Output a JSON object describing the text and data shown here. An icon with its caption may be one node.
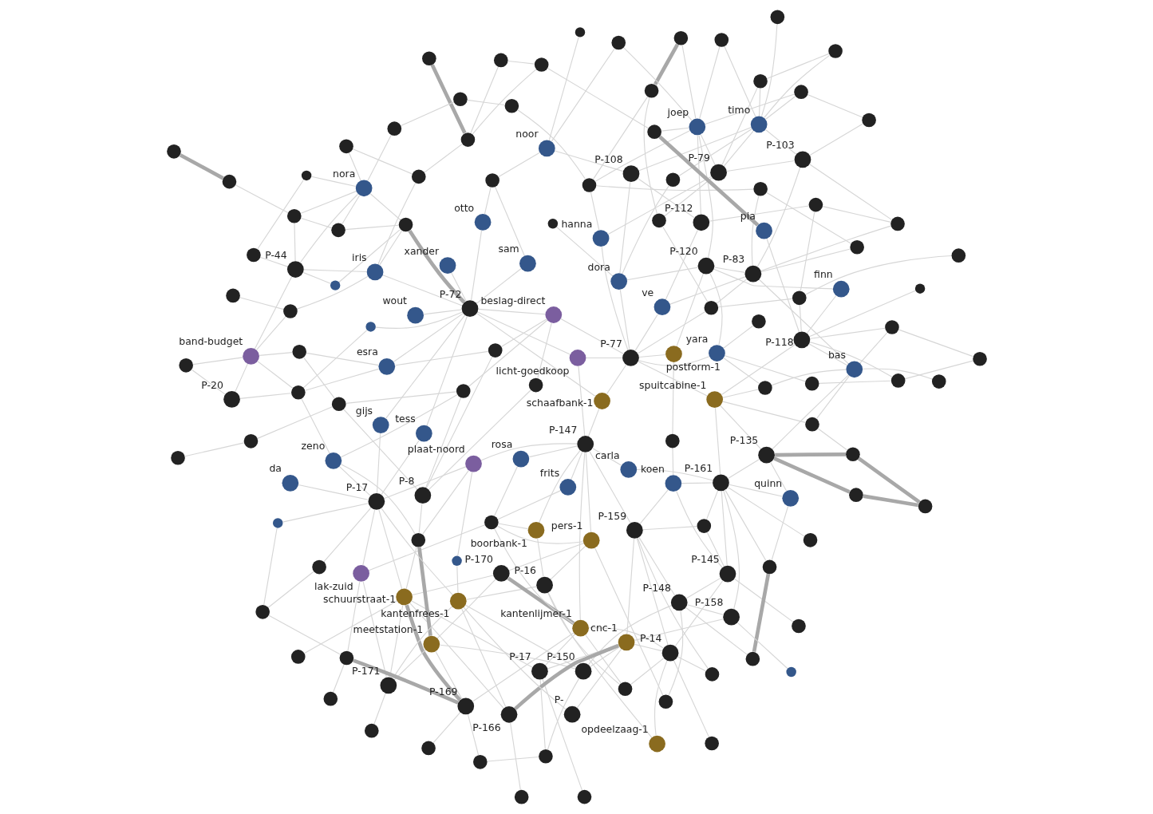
{
  "diagram": {
    "nodes": [
      {
        "text": [],
        "shape": "circle"
      },
      {
        "text": [],
        "shape": "circle"
      },
      {
        "text": [],
        "shape": "circle"
      },
      {
        "text": [],
        "shape": "circle"
      },
      {
        "text": [],
        "shape": "circle"
      },
      {
        "text": [],
        "shape": "circle"
      },
      {
        "text": [],
        "shape": "circle"
      },
      {
        "text": [],
        "shape": "circle"
      },
      {
        "text": [],
        "shape": "circle"
      },
      {
        "text": [],
        "shape": "circle"
      },
      {
        "text": [],
        "shape": "circle",
        "beside": [
          "P-135"
        ]
      },
      {
        "text": [],
        "shape": "circle"
      },
      {
        "text": [],
        "shape": "circle"
      },
      {
        "text": [],
        "shape": "circle"
      },
      {
        "text": [],
        "shape": "circle",
        "beside": [
          "P-145"
        ]
      },
      {
        "text": [],
        "shape": "circle"
      },
      {
        "text": [],
        "shape": "circle"
      },
      {
        "text": [],
        "shape": "circle"
      },
      {
        "text": [],
        "shape": "circle"
      },
      {
        "text": [],
        "shape": "circle"
      },
      {
        "text": [],
        "shape": "circle",
        "beside": [
          "P-83"
        ]
      },
      {
        "text": [],
        "shape": "circle"
      },
      {
        "text": [],
        "shape": "circle"
      },
      {
        "text": [],
        "shape": "circle",
        "beside": [
          "P-103"
        ]
      },
      {
        "text": [],
        "shape": "circle"
      },
      {
        "text": [],
        "shape": "circle",
        "beside": [
          "P-118"
        ]
      },
      {
        "text": [],
        "shape": "circle"
      },
      {
        "text": [],
        "shape": "circle"
      },
      {
        "text": [],
        "shape": "circle"
      },
      {
        "text": [],
        "shape": "circle"
      },
      {
        "text": [],
        "shape": "circle"
      },
      {
        "text": [],
        "shape": "circle",
        "beside": [
          "P-112"
        ]
      },
      {
        "text": [],
        "shape": "circle"
      },
      {
        "text": [],
        "shape": "circle",
        "beside": [
          "P-161"
        ]
      },
      {
        "text": [],
        "shape": "circle"
      },
      {
        "text": [],
        "shape": "circle",
        "beside": [
          "P-148"
        ]
      },
      {
        "text": [],
        "shape": "circle"
      },
      {
        "text": [],
        "shape": "circle",
        "beside": [
          "spuitcabine-1"
        ]
      },
      {
        "text": [],
        "shape": "circle"
      },
      {
        "text": [],
        "shape": "circle"
      },
      {
        "text": [],
        "shape": "circle",
        "beside": [
          "P-159"
        ]
      },
      {
        "text": [],
        "shape": "circle",
        "beside": [
          "P-79"
        ]
      },
      {
        "text": [],
        "shape": "circle",
        "beside": [
          "P-120"
        ]
      },
      {
        "text": [],
        "shape": "circle"
      },
      {
        "text": [],
        "shape": "circle",
        "beside": [
          "quinn"
        ]
      },
      {
        "text": [],
        "shape": "circle",
        "beside": [
          "P-108"
        ]
      },
      {
        "text": [],
        "shape": "circle"
      },
      {
        "text": [],
        "shape": "circle",
        "beside": [
          "bas"
        ]
      },
      {
        "text": [],
        "shape": "circle"
      },
      {
        "text": [],
        "shape": "circle"
      },
      {
        "text": [],
        "shape": "circle"
      },
      {
        "text": [],
        "shape": "circle"
      },
      {
        "text": [],
        "shape": "circle"
      },
      {
        "text": [],
        "shape": "circle",
        "beside": [
          "P-77"
        ]
      },
      {
        "text": [],
        "shape": "circle"
      },
      {
        "text": [],
        "shape": "circle"
      },
      {
        "text": [],
        "shape": "circle"
      },
      {
        "text": [],
        "shape": "circle",
        "beside": [
          "yara"
        ]
      },
      {
        "text": [],
        "shape": "circle"
      },
      {
        "text": [],
        "shape": "circle",
        "beside": [
          "P-14"
        ]
      },
      {
        "text": [],
        "shape": "circle"
      },
      {
        "text": [],
        "shape": "circle",
        "beside": [
          "postform-1"
        ]
      },
      {
        "text": [],
        "shape": "circle",
        "beside": [
          "timo"
        ]
      },
      {
        "text": [],
        "shape": "circle"
      },
      {
        "text": [],
        "shape": "circle",
        "beside": [
          "dora"
        ]
      },
      {
        "text": [],
        "shape": "circle",
        "beside": [
          "finn"
        ]
      },
      {
        "text": [],
        "shape": "circle",
        "beside": [
          "P-158"
        ]
      },
      {
        "text": [],
        "shape": "circle",
        "beside": [
          "koen"
        ]
      },
      {
        "text": [],
        "shape": "circle"
      },
      {
        "text": [],
        "shape": "circle",
        "beside": [
          "ve"
        ]
      },
      {
        "text": [],
        "shape": "circle",
        "beside": [
          "pia"
        ]
      },
      {
        "text": [],
        "shape": "circle"
      },
      {
        "text": [],
        "shape": "circle",
        "beside": [
          "P-16"
        ]
      },
      {
        "text": [],
        "shape": "circle",
        "beside": [
          "P-17"
        ]
      },
      {
        "text": [],
        "shape": "circle",
        "beside": [
          "opdeelzaag-1"
        ]
      },
      {
        "text": [],
        "shape": "circle"
      },
      {
        "text": [],
        "shape": "circle"
      },
      {
        "text": [],
        "shape": "circle",
        "beside": [
          "P-150"
        ]
      },
      {
        "text": [],
        "shape": "circle",
        "beside": [
          "joep"
        ]
      },
      {
        "text": [],
        "shape": "circle",
        "beside": [
          "carla"
        ]
      },
      {
        "text": [],
        "shape": "circle",
        "beside": [
          "hanna"
        ]
      },
      {
        "text": [],
        "shape": "circle",
        "beside": [
          "schaafbank-1"
        ]
      },
      {
        "text": [],
        "shape": "circle",
        "beside": [
          "licht-goedkoop"
        ]
      },
      {
        "text": [],
        "shape": "circle",
        "beside": [
          "P-147"
        ]
      },
      {
        "text": [],
        "shape": "circle"
      },
      {
        "text": [],
        "shape": "circle"
      },
      {
        "text": [],
        "shape": "circle",
        "beside": [
          "P-166"
        ]
      },
      {
        "text": [],
        "shape": "circle"
      },
      {
        "text": [],
        "shape": "circle"
      },
      {
        "text": [],
        "shape": "circle",
        "beside": [
          "frits"
        ]
      },
      {
        "text": [],
        "shape": "circle",
        "beside": [
          "noor"
        ]
      },
      {
        "text": [],
        "shape": "circle",
        "beside": [
          "wout"
        ]
      },
      {
        "text": [],
        "shape": "circle",
        "beside": [
          "rosa"
        ]
      },
      {
        "text": [],
        "shape": "circle",
        "beside": [
          "P-170"
        ]
      },
      {
        "text": [],
        "shape": "circle"
      },
      {
        "text": [],
        "shape": "circle",
        "beside": [
          "gijs"
        ]
      },
      {
        "text": [],
        "shape": "circle"
      },
      {
        "text": [],
        "shape": "circle",
        "beside": [
          "sam"
        ]
      },
      {
        "text": [],
        "shape": "circle",
        "beside": [
          "P-72"
        ]
      },
      {
        "text": [],
        "shape": "circle",
        "beside": [
          "P-"
        ]
      },
      {
        "text": [],
        "shape": "circle",
        "beside": [
          "boorbank-1"
        ]
      },
      {
        "text": [],
        "shape": "circle"
      },
      {
        "text": [],
        "shape": "circle"
      },
      {
        "text": [],
        "shape": "circle",
        "beside": [
          "P-169"
        ]
      },
      {
        "text": [],
        "shape": "circle",
        "beside": [
          "xander"
        ]
      },
      {
        "text": [],
        "shape": "circle",
        "beside": [
          "otto"
        ]
      },
      {
        "text": [],
        "shape": "circle"
      },
      {
        "text": [],
        "shape": "circle",
        "beside": [
          "pers-1"
        ]
      },
      {
        "text": [],
        "shape": "circle"
      },
      {
        "text": [],
        "shape": "circle",
        "beside": [
          "tess"
        ]
      },
      {
        "text": [],
        "shape": "circle",
        "beside": [
          "nora"
        ]
      },
      {
        "text": [],
        "shape": "circle",
        "beside": [
          "cnc-1"
        ]
      },
      {
        "text": [],
        "shape": "circle"
      },
      {
        "text": [],
        "shape": "circle",
        "beside": [
          "iris"
        ]
      },
      {
        "text": [],
        "shape": "circle"
      },
      {
        "text": [],
        "shape": "circle",
        "beside": [
          "P-44"
        ]
      },
      {
        "text": [],
        "shape": "circle",
        "beside": [
          "esra"
        ]
      },
      {
        "text": [],
        "shape": "circle",
        "beside": [
          "beslag-direct"
        ]
      },
      {
        "text": [],
        "shape": "circle",
        "beside": [
          "da"
        ]
      },
      {
        "text": [],
        "shape": "circle",
        "beside": [
          "plaat-noord"
        ]
      },
      {
        "text": [],
        "shape": "circle",
        "beside": [
          "kantenlijmer-1"
        ]
      },
      {
        "text": [],
        "shape": "circle"
      },
      {
        "text": [],
        "shape": "circle",
        "beside": [
          "kantenfrees-1"
        ]
      },
      {
        "text": [],
        "shape": "circle"
      },
      {
        "text": [],
        "shape": "circle",
        "beside": [
          "zeno"
        ]
      },
      {
        "text": [],
        "shape": "circle"
      },
      {
        "text": [],
        "shape": "circle"
      },
      {
        "text": [],
        "shape": "circle",
        "beside": [
          "meetstation-1"
        ]
      },
      {
        "text": [],
        "shape": "circle"
      },
      {
        "text": [],
        "shape": "circle",
        "beside": [
          "band-budget"
        ]
      },
      {
        "text": [],
        "shape": "circle",
        "beside": [
          "schuurstraat-1"
        ]
      },
      {
        "text": [],
        "shape": "circle"
      },
      {
        "text": [],
        "shape": "circle"
      },
      {
        "text": [],
        "shape": "circle"
      },
      {
        "text": [],
        "shape": "circle",
        "beside": [
          "P-17"
        ]
      },
      {
        "text": [],
        "shape": "circle"
      },
      {
        "text": [],
        "shape": "circle",
        "beside": [
          "lak-zuid"
        ]
      },
      {
        "text": [],
        "shape": "circle"
      },
      {
        "text": [],
        "shape": "circle"
      },
      {
        "text": [],
        "shape": "circle",
        "beside": [
          "P-171"
        ]
      },
      {
        "text": [],
        "shape": "circle"
      },
      {
        "text": [],
        "shape": "circle"
      },
      {
        "text": [],
        "shape": "circle"
      },
      {
        "text": [],
        "shape": "circle"
      },
      {
        "text": [],
        "shape": "circle"
      },
      {
        "text": [],
        "shape": "circle"
      },
      {
        "text": [],
        "shape": "circle"
      },
      {
        "text": [],
        "shape": "circle"
      },
      {
        "text": [],
        "shape": "circle"
      },
      {
        "text": [],
        "shape": "circle"
      },
      {
        "text": [],
        "shape": "circle"
      },
      {
        "text": [],
        "shape": "circle"
      },
      {
        "text": [],
        "shape": "circle"
      },
      {
        "text": [],
        "shape": "circle"
      },
      {
        "text": [],
        "shape": "circle"
      },
      {
        "text": [],
        "shape": "circle"
      },
      {
        "text": [],
        "shape": "circle",
        "beside": [
          "P-20"
        ]
      },
      {
        "text": [],
        "shape": "circle"
      },
      {
        "text": [],
        "shape": "circle"
      },
      {
        "text": [],
        "shape": "circle",
        "beside": [
          "P-8"
        ]
      },
      {
        "text": [],
        "shape": "circle"
      }
    ],
    "edges": [
      {
        "from": 0,
        "to": 4,
        "arrow": "none",
        "style": "thick"
      },
      {
        "from": 0,
        "to": 11,
        "arrow": "none",
        "style": "thick"
      },
      {
        "from": 4,
        "to": 10,
        "arrow": "none",
        "style": "thick"
      },
      {
        "from": 4,
        "to": 18,
        "arrow": "none"
      },
      {
        "from": 10,
        "to": 11,
        "arrow": "none",
        "style": "thick"
      },
      {
        "from": 3,
        "to": 14,
        "arrow": "none"
      },
      {
        "from": 15,
        "to": 33,
        "arrow": "none"
      },
      {
        "from": 24,
        "to": 59,
        "arrow": "none"
      },
      {
        "from": 56,
        "to": 73,
        "arrow": "none"
      },
      {
        "from": 96,
        "to": 66,
        "arrow": "none"
      },
      {
        "from": 54,
        "to": 86,
        "arrow": "none"
      },
      {
        "from": 28,
        "to": 29,
        "arrow": "none",
        "style": "thick"
      },
      {
        "from": 28,
        "to": 35,
        "arrow": "none"
      },
      {
        "from": 19,
        "to": 40,
        "arrow": "none"
      },
      {
        "from": 19,
        "to": 59,
        "arrow": "none"
      },
      {
        "from": 14,
        "to": 35,
        "arrow": "none"
      },
      {
        "from": 35,
        "to": 40,
        "arrow": "none"
      },
      {
        "from": 35,
        "to": 66,
        "arrow": "none"
      },
      {
        "from": 35,
        "to": 77,
        "arrow": "none"
      },
      {
        "from": 35,
        "to": 60,
        "arrow": "none"
      },
      {
        "from": 46,
        "to": 72,
        "arrow": "none"
      },
      {
        "from": 46,
        "to": 59,
        "arrow": "none"
      },
      {
        "from": 33,
        "to": 66,
        "arrow": "none"
      },
      {
        "from": 76,
        "to": 77,
        "arrow": "none"
      },
      {
        "from": 73,
        "to": 76,
        "arrow": "none"
      },
      {
        "from": 76,
        "to": 121,
        "arrow": "none"
      },
      {
        "from": 108,
        "to": 103,
        "arrow": "none"
      },
      {
        "from": 121,
        "to": 103,
        "arrow": "none"
      },
      {
        "from": 142,
        "to": 139,
        "arrow": "none"
      },
      {
        "from": 151,
        "to": 130,
        "arrow": "none"
      },
      {
        "from": 157,
        "to": 150,
        "arrow": "none"
      },
      {
        "from": 146,
        "to": 150,
        "arrow": "none"
      },
      {
        "from": 136,
        "to": 150,
        "arrow": "none"
      },
      {
        "from": 150,
        "to": 103,
        "arrow": "none",
        "style": "thick"
      },
      {
        "from": 135,
        "to": 146,
        "arrow": "none"
      },
      {
        "from": 146,
        "to": 155,
        "arrow": "none"
      },
      {
        "from": 155,
        "to": 134,
        "arrow": "none"
      },
      {
        "from": 159,
        "to": 153,
        "arrow": "none"
      },
      {
        "from": 159,
        "to": 140,
        "arrow": "none"
      },
      {
        "from": 159,
        "to": 141,
        "arrow": "none"
      },
      {
        "from": 159,
        "to": 128,
        "arrow": "none"
      },
      {
        "from": 159,
        "to": 152,
        "arrow": "none"
      },
      {
        "from": 158,
        "to": 152,
        "arrow": "none"
      },
      {
        "from": 158,
        "to": 160,
        "arrow": "none"
      },
      {
        "from": 147,
        "to": 156,
        "arrow": "none"
      },
      {
        "from": 156,
        "to": 129,
        "arrow": "none"
      },
      {
        "from": 156,
        "to": 133,
        "arrow": "none"
      },
      {
        "from": 141,
        "to": 152,
        "arrow": "none"
      },
      {
        "from": 143,
        "to": 152,
        "arrow": "none"
      },
      {
        "from": 117,
        "to": 153,
        "arrow": "none"
      },
      {
        "from": 154,
        "to": 132,
        "arrow": "none"
      },
      {
        "from": 149,
        "to": 115,
        "arrow": "none"
      },
      {
        "from": 149,
        "to": 138,
        "arrow": "none"
      },
      {
        "from": 144,
        "to": 148,
        "arrow": "none",
        "style": "thick"
      },
      {
        "from": 145,
        "to": 148,
        "arrow": "none"
      },
      {
        "from": 110,
        "to": 145,
        "arrow": "none"
      },
      {
        "from": 115,
        "to": 145,
        "arrow": "none"
      },
      {
        "from": 125,
        "to": 145,
        "arrow": "none"
      },
      {
        "from": 137,
        "to": 114,
        "arrow": "none"
      },
      {
        "from": 137,
        "to": 110,
        "arrow": "none"
      },
      {
        "from": 106,
        "to": 123,
        "arrow": "none"
      },
      {
        "from": 110,
        "to": 123,
        "arrow": "none"
      },
      {
        "from": 101,
        "to": 125,
        "arrow": "none"
      },
      {
        "from": 110,
        "to": 125,
        "arrow": "none"
      },
      {
        "from": 55,
        "to": 106,
        "arrow": "none"
      },
      {
        "from": 85,
        "to": 114,
        "arrow": "none"
      },
      {
        "from": 85,
        "to": 87,
        "arrow": "none"
      },
      {
        "from": 75,
        "to": 87,
        "arrow": "none"
      },
      {
        "from": 68,
        "to": 85,
        "arrow": "none",
        "style": "thick"
      },
      {
        "from": 75,
        "to": 85,
        "arrow": "none"
      },
      {
        "from": 34,
        "to": 62,
        "arrow": "none"
      },
      {
        "from": 36,
        "to": 38,
        "arrow": "none",
        "style": "thick"
      },
      {
        "from": 13,
        "to": 36,
        "arrow": "none"
      },
      {
        "from": 36,
        "to": 63,
        "arrow": "none"
      },
      {
        "from": 26,
        "to": 51,
        "arrow": "none"
      },
      {
        "from": 13,
        "to": 41,
        "arrow": "none"
      },
      {
        "from": 13,
        "to": 27,
        "arrow": "none"
      },
      {
        "from": 1,
        "to": 22,
        "arrow": "none"
      },
      {
        "from": 22,
        "to": 63,
        "arrow": "none"
      },
      {
        "from": 20,
        "to": 22,
        "arrow": "none"
      },
      {
        "from": 1,
        "to": 20,
        "arrow": "none"
      },
      {
        "from": 23,
        "to": 30,
        "arrow": "none"
      },
      {
        "from": 23,
        "to": 41,
        "arrow": "none"
      },
      {
        "from": 20,
        "to": 23,
        "arrow": "none"
      },
      {
        "from": 41,
        "to": 51,
        "arrow": "none"
      },
      {
        "from": 55,
        "to": 63,
        "arrow": "none"
      },
      {
        "from": 50,
        "to": 62,
        "arrow": "none"
      },
      {
        "from": 71,
        "to": 75,
        "arrow": "none"
      },
      {
        "from": 71,
        "to": 70,
        "arrow": "none",
        "style": "thick"
      },
      {
        "from": 5,
        "to": 12,
        "arrow": "none"
      },
      {
        "from": 2,
        "to": 6,
        "arrow": "none"
      },
      {
        "from": 2,
        "to": 21,
        "arrow": "none"
      },
      {
        "from": 6,
        "to": 17,
        "arrow": "none"
      },
      {
        "from": 6,
        "to": 25,
        "arrow": "none"
      },
      {
        "from": 7,
        "to": 57,
        "arrow": "none"
      },
      {
        "from": 8,
        "to": 12,
        "arrow": "none"
      },
      {
        "from": 8,
        "to": 31,
        "arrow": "none"
      },
      {
        "from": 8,
        "to": 16,
        "arrow": "none"
      },
      {
        "from": 9,
        "to": 25,
        "arrow": "none"
      },
      {
        "from": 12,
        "to": 27,
        "arrow": "none"
      },
      {
        "from": 12,
        "to": 25,
        "arrow": "none"
      },
      {
        "from": 16,
        "to": 20,
        "arrow": "none"
      },
      {
        "from": 16,
        "to": 23,
        "arrow": "none"
      },
      {
        "from": 17,
        "to": 57,
        "arrow": "none"
      },
      {
        "from": 18,
        "to": 47,
        "arrow": "none"
      },
      {
        "from": 18,
        "to": 37,
        "arrow": "none"
      },
      {
        "from": 21,
        "to": 25,
        "arrow": "none"
      },
      {
        "from": 10,
        "to": 37,
        "arrow": "none"
      },
      {
        "from": 10,
        "to": 44,
        "arrow": "none"
      },
      {
        "from": 10,
        "to": 33,
        "arrow": "none"
      },
      {
        "from": 14,
        "to": 39,
        "arrow": "none"
      },
      {
        "from": 14,
        "to": 59,
        "arrow": "none"
      },
      {
        "from": 14,
        "to": 33,
        "arrow": "none"
      },
      {
        "from": 29,
        "to": 33,
        "arrow": "none"
      },
      {
        "from": 29,
        "to": 44,
        "arrow": "none"
      },
      {
        "from": 32,
        "to": 47,
        "arrow": "none"
      },
      {
        "from": 33,
        "to": 44,
        "arrow": "none"
      },
      {
        "from": 33,
        "to": 37,
        "arrow": "none"
      },
      {
        "from": 33,
        "to": 39,
        "arrow": "none"
      },
      {
        "from": 39,
        "to": 40,
        "arrow": "none"
      },
      {
        "from": 40,
        "to": 59,
        "arrow": "none"
      },
      {
        "from": 40,
        "to": 67,
        "arrow": "none"
      },
      {
        "from": 40,
        "to": 83,
        "arrow": "none"
      },
      {
        "from": 25,
        "to": 37,
        "arrow": "none"
      },
      {
        "from": 25,
        "to": 47,
        "arrow": "none"
      },
      {
        "from": 20,
        "to": 27,
        "arrow": "none"
      },
      {
        "from": 20,
        "to": 42,
        "arrow": "none"
      },
      {
        "from": 20,
        "to": 47,
        "arrow": "none"
      },
      {
        "from": 27,
        "to": 53,
        "arrow": "none"
      },
      {
        "from": 31,
        "to": 45,
        "arrow": "none"
      },
      {
        "from": 30,
        "to": 49,
        "arrow": "none"
      },
      {
        "from": 59,
        "to": 74,
        "arrow": "none"
      },
      {
        "from": 59,
        "to": 111,
        "arrow": "none"
      },
      {
        "from": 59,
        "to": 120,
        "arrow": "none"
      },
      {
        "from": 72,
        "to": 107,
        "arrow": "none"
      },
      {
        "from": 72,
        "to": 122,
        "arrow": "none"
      },
      {
        "from": 72,
        "to": 74,
        "arrow": "none"
      },
      {
        "from": 72,
        "to": 100,
        "arrow": "none"
      },
      {
        "from": 73,
        "to": 111,
        "arrow": "none"
      },
      {
        "from": 73,
        "to": 130,
        "arrow": "none"
      },
      {
        "from": 73,
        "to": 120,
        "arrow": "none"
      },
      {
        "from": 77,
        "to": 122,
        "arrow": "none"
      },
      {
        "from": 77,
        "to": 111,
        "arrow": "none"
      },
      {
        "from": 77,
        "to": 127,
        "arrow": "none"
      },
      {
        "from": 83,
        "to": 107,
        "arrow": "none"
      },
      {
        "from": 83,
        "to": 120,
        "arrow": "none"
      },
      {
        "from": 83,
        "to": 100,
        "arrow": "none"
      },
      {
        "from": 83,
        "to": 89,
        "arrow": "none"
      },
      {
        "from": 86,
        "to": 111,
        "arrow": "none",
        "style": "thick"
      },
      {
        "from": 86,
        "to": 130,
        "arrow": "none"
      },
      {
        "from": 86,
        "to": 122,
        "arrow": "none"
      },
      {
        "from": 93,
        "to": 120,
        "arrow": "none",
        "style": "thick"
      },
      {
        "from": 93,
        "to": 127,
        "arrow": "none"
      },
      {
        "from": 93,
        "to": 130,
        "arrow": "none"
      },
      {
        "from": 93,
        "to": 107,
        "arrow": "none"
      },
      {
        "from": 99,
        "to": 122,
        "arrow": "none"
      },
      {
        "from": 99,
        "to": 111,
        "arrow": "none"
      },
      {
        "from": 102,
        "to": 120,
        "arrow": "none"
      },
      {
        "from": 102,
        "to": 107,
        "arrow": "none"
      },
      {
        "from": 102,
        "to": 100,
        "arrow": "none"
      },
      {
        "from": 103,
        "to": 130,
        "arrow": "none",
        "style": "thick"
      },
      {
        "from": 103,
        "to": 127,
        "arrow": "none"
      },
      {
        "from": 103,
        "to": 120,
        "arrow": "none"
      },
      {
        "from": 66,
        "to": 111,
        "arrow": "none"
      },
      {
        "from": 139,
        "to": 130,
        "arrow": "none"
      },
      {
        "from": 139,
        "to": 122,
        "arrow": "none"
      },
      {
        "from": 139,
        "to": 127,
        "arrow": "none"
      },
      {
        "from": 60,
        "to": 107,
        "arrow": "none"
      },
      {
        "from": 46,
        "to": 120,
        "arrow": "none"
      },
      {
        "from": 52,
        "to": 61,
        "arrow": "none"
      },
      {
        "from": 52,
        "to": 67,
        "arrow": "none"
      },
      {
        "from": 40,
        "to": 111,
        "arrow": "none"
      },
      {
        "from": 53,
        "to": 57,
        "arrow": "none"
      },
      {
        "from": 53,
        "to": 64,
        "arrow": "none"
      },
      {
        "from": 53,
        "to": 69,
        "arrow": "none"
      },
      {
        "from": 53,
        "to": 80,
        "arrow": "none"
      },
      {
        "from": 53,
        "to": 37,
        "arrow": "none"
      },
      {
        "from": 42,
        "to": 64,
        "arrow": "none"
      },
      {
        "from": 42,
        "to": 57,
        "arrow": "none"
      },
      {
        "from": 42,
        "to": 78,
        "arrow": "none"
      },
      {
        "from": 42,
        "to": 65,
        "arrow": "none"
      },
      {
        "from": 45,
        "to": 64,
        "arrow": "none"
      },
      {
        "from": 45,
        "to": 62,
        "arrow": "none"
      },
      {
        "from": 45,
        "to": 90,
        "arrow": "none"
      },
      {
        "from": 31,
        "to": 78,
        "arrow": "none"
      },
      {
        "from": 31,
        "to": 69,
        "arrow": "none"
      },
      {
        "from": 41,
        "to": 62,
        "arrow": "none"
      },
      {
        "from": 41,
        "to": 78,
        "arrow": "none"
      },
      {
        "from": 41,
        "to": 80,
        "arrow": "none"
      },
      {
        "from": 25,
        "to": 65,
        "arrow": "none"
      },
      {
        "from": 25,
        "to": 70,
        "arrow": "none"
      },
      {
        "from": 20,
        "to": 69,
        "arrow": "none"
      },
      {
        "from": 23,
        "to": 62,
        "arrow": "none"
      },
      {
        "from": 98,
        "to": 91,
        "arrow": "none"
      },
      {
        "from": 98,
        "to": 104,
        "arrow": "none"
      },
      {
        "from": 98,
        "to": 105,
        "arrow": "none"
      },
      {
        "from": 98,
        "to": 113,
        "arrow": "none"
      },
      {
        "from": 98,
        "to": 116,
        "arrow": "none"
      },
      {
        "from": 98,
        "to": 97,
        "arrow": "none"
      },
      {
        "from": 115,
        "to": 110,
        "arrow": "none"
      },
      {
        "from": 115,
        "to": 113,
        "arrow": "none"
      },
      {
        "from": 115,
        "to": 129,
        "arrow": "none"
      },
      {
        "from": 115,
        "to": 112,
        "arrow": "none"
      },
      {
        "from": 134,
        "to": 124,
        "arrow": "none"
      },
      {
        "from": 134,
        "to": 135,
        "arrow": "none"
      },
      {
        "from": 134,
        "to": 130,
        "arrow": "none"
      },
      {
        "from": 134,
        "to": 122,
        "arrow": "none"
      },
      {
        "from": 134,
        "to": 118,
        "arrow": "none"
      },
      {
        "from": 134,
        "to": 119,
        "arrow": "none"
      },
      {
        "from": 10,
        "to": 47,
        "arrow": "none"
      },
      {
        "from": 33,
        "to": 67,
        "arrow": "none"
      },
      {
        "from": 33,
        "to": 79,
        "arrow": "none"
      },
      {
        "from": 14,
        "to": 67,
        "arrow": "none"
      },
      {
        "from": 48,
        "to": 57,
        "arrow": "none"
      },
      {
        "from": 48,
        "to": 47,
        "arrow": "none"
      },
      {
        "from": 48,
        "to": 37,
        "arrow": "none"
      },
      {
        "from": 49,
        "to": 62,
        "arrow": "none"
      },
      {
        "from": 49,
        "to": 78,
        "arrow": "none"
      },
      {
        "from": 43,
        "to": 64,
        "arrow": "none"
      },
      {
        "from": 43,
        "to": 62,
        "arrow": "none"
      },
      {
        "from": 58,
        "to": 64,
        "arrow": "none"
      },
      {
        "from": 51,
        "to": 62,
        "arrow": "none"
      },
      {
        "from": 63,
        "to": 78,
        "arrow": "none"
      },
      {
        "from": 63,
        "to": 80,
        "arrow": "none"
      },
      {
        "from": 71,
        "to": 78,
        "arrow": "none"
      },
      {
        "from": 84,
        "to": 90,
        "arrow": "none"
      },
      {
        "from": 94,
        "to": 90,
        "arrow": "none"
      },
      {
        "from": 94,
        "to": 105,
        "arrow": "none"
      },
      {
        "from": 94,
        "to": 97,
        "arrow": "none"
      },
      {
        "from": 101,
        "to": 113,
        "arrow": "none"
      },
      {
        "from": 101,
        "to": 110,
        "arrow": "none"
      },
      {
        "from": 101,
        "to": 98,
        "arrow": "none",
        "style": "thick"
      },
      {
        "from": 88,
        "to": 78,
        "arrow": "none"
      },
      {
        "from": 88,
        "to": 90,
        "arrow": "none"
      },
      {
        "from": 114,
        "to": 113,
        "arrow": "none"
      },
      {
        "from": 132,
        "to": 129,
        "arrow": "none"
      },
      {
        "from": 132,
        "to": 113,
        "arrow": "none"
      },
      {
        "from": 133,
        "to": 129,
        "arrow": "none"
      },
      {
        "from": 133,
        "to": 116,
        "arrow": "none"
      },
      {
        "from": 133,
        "to": 124,
        "arrow": "none"
      },
      {
        "from": 140,
        "to": 117,
        "arrow": "none"
      },
      {
        "from": 140,
        "to": 116,
        "arrow": "none"
      },
      {
        "from": 141,
        "to": 124,
        "arrow": "none"
      },
      {
        "from": 141,
        "to": 117,
        "arrow": "none"
      },
      {
        "from": 143,
        "to": 129,
        "arrow": "none"
      },
      {
        "from": 143,
        "to": 116,
        "arrow": "none"
      },
      {
        "from": 147,
        "to": 129,
        "arrow": "none"
      },
      {
        "from": 138,
        "to": 110,
        "arrow": "none"
      },
      {
        "from": 128,
        "to": 119,
        "arrow": "none"
      },
      {
        "from": 128,
        "to": 124,
        "arrow": "none"
      },
      {
        "from": 128,
        "to": 130,
        "arrow": "none"
      },
      {
        "from": 128,
        "to": 127,
        "arrow": "none",
        "style": "thick"
      },
      {
        "from": 26,
        "to": 62,
        "arrow": "none"
      },
      {
        "from": 38,
        "to": 78,
        "arrow": "none"
      },
      {
        "from": 50,
        "to": 78,
        "arrow": "none"
      },
      {
        "from": 21,
        "to": 47,
        "arrow": "none"
      },
      {
        "from": 131,
        "to": 122,
        "arrow": "none"
      },
      {
        "from": 131,
        "to": 119,
        "arrow": "none"
      },
      {
        "from": 126,
        "to": 133,
        "arrow": "none"
      },
      {
        "from": 126,
        "to": 98,
        "arrow": "none"
      },
      {
        "from": 112,
        "to": 101,
        "arrow": "none"
      },
      {
        "from": 53,
        "to": 61,
        "arrow": "none"
      },
      {
        "from": 42,
        "to": 61,
        "arrow": "none"
      },
      {
        "from": 81,
        "to": 83,
        "arrow": "none"
      },
      {
        "from": 81,
        "to": 98,
        "arrow": "none"
      },
      {
        "from": 81,
        "to": 53,
        "arrow": "none"
      },
      {
        "from": 82,
        "to": 53,
        "arrow": "none"
      },
      {
        "from": 82,
        "to": 98,
        "arrow": "none"
      },
      {
        "from": 82,
        "to": 83,
        "arrow": "none"
      },
      {
        "from": 98,
        "to": 117,
        "arrow": "none"
      },
      {
        "from": 53,
        "to": 117,
        "arrow": "none"
      },
      {
        "from": 83,
        "to": 119,
        "arrow": "none"
      },
      {
        "from": 134,
        "to": 136,
        "arrow": "none"
      },
      {
        "from": 139,
        "to": 136,
        "arrow": "none"
      },
      {
        "from": 102,
        "to": 136,
        "arrow": "none"
      },
      {
        "from": 83,
        "to": 92,
        "arrow": "none"
      },
      {
        "from": 102,
        "to": 92,
        "arrow": "none"
      },
      {
        "from": 98,
        "to": 95,
        "arrow": "none"
      },
      {
        "from": 134,
        "to": 95,
        "arrow": "none"
      },
      {
        "from": 98,
        "to": 109,
        "arrow": "none"
      },
      {
        "from": 134,
        "to": 109,
        "arrow": "none"
      },
      {
        "from": 83,
        "to": 79,
        "arrow": "none"
      },
      {
        "from": 102,
        "to": 89,
        "arrow": "none"
      }
    ]
  }
}
